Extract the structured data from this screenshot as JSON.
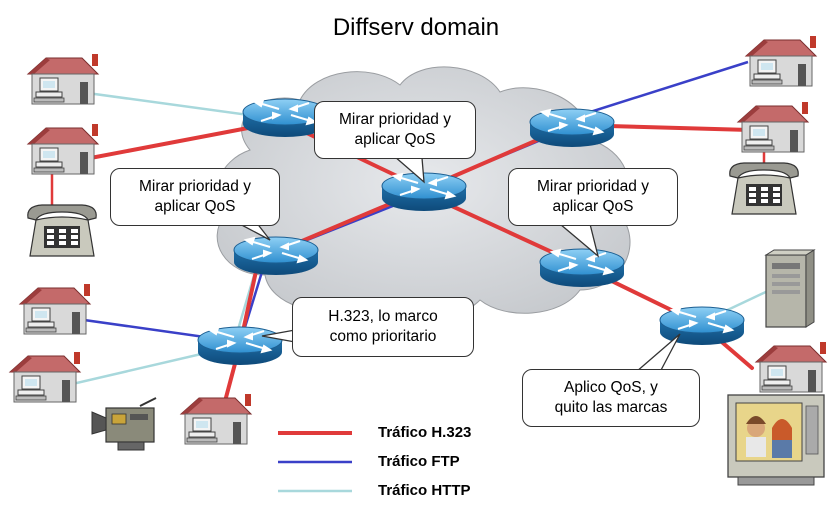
{
  "title": "Diffserv domain",
  "callouts": {
    "top": [
      "Mirar prioridad y",
      "aplicar QoS"
    ],
    "left": [
      "Mirar prioridad y",
      "aplicar QoS"
    ],
    "right": [
      "Mirar prioridad y",
      "aplicar QoS"
    ],
    "mark": [
      "H.323, lo marco",
      "como prioritario"
    ],
    "remove": [
      "Aplico QoS, y",
      "quito las marcas"
    ]
  },
  "legend": [
    {
      "label": "Tráfico H.323",
      "color": "#e03a3a"
    },
    {
      "label": "Tráfico FTP",
      "color": "#3a40c8"
    },
    {
      "label": "Tráfico HTTP",
      "color": "#a8d8dc"
    }
  ],
  "colors": {
    "cloud": "#d6d8db",
    "router": "#2f8fd0",
    "h323": "#e03a3a",
    "ftp": "#3a40c8",
    "http": "#a8d8dc"
  }
}
